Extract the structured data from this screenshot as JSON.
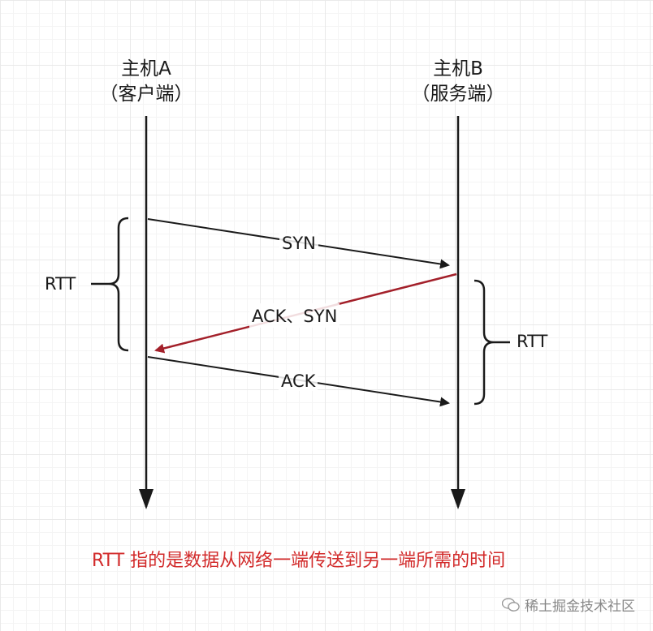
{
  "hosts": {
    "a": {
      "name": "主机A",
      "role": "（客户端）"
    },
    "b": {
      "name": "主机B",
      "role": "（服务端）"
    }
  },
  "messages": {
    "syn": "SYN",
    "ack_syn": "ACK、SYN",
    "ack": "ACK"
  },
  "rtt_left": "RTT",
  "rtt_right": "RTT",
  "note": "RTT 指的是数据从网络一端传送到另一端所需的时间",
  "watermark": "稀土掘金技术社区",
  "colors": {
    "line": "#1a1a1a",
    "reply": "#a3202a",
    "note": "#d22a2a"
  },
  "icons": {
    "watermark": "wechat-icon"
  }
}
